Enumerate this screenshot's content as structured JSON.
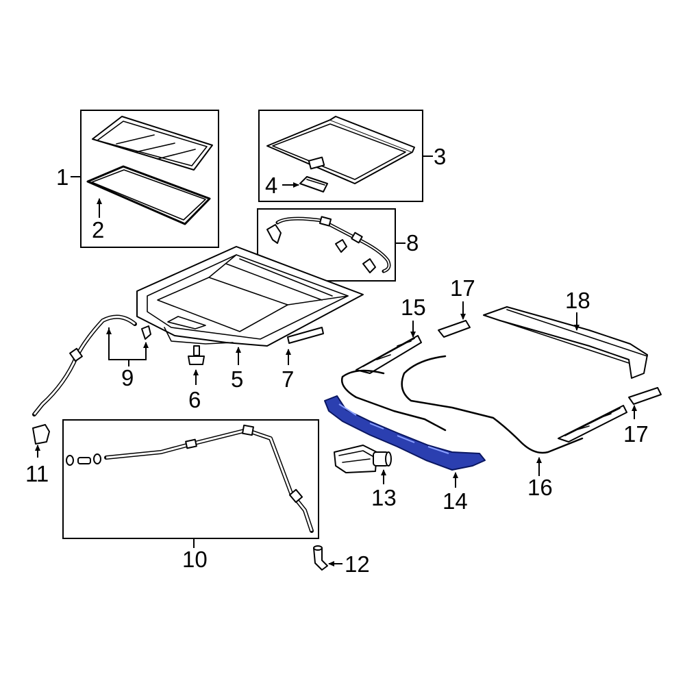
{
  "callouts": {
    "c1": "1",
    "c2": "2",
    "c3": "3",
    "c4": "4",
    "c5": "5",
    "c6": "6",
    "c7": "7",
    "c8": "8",
    "c9": "9",
    "c10": "10",
    "c11": "11",
    "c12": "12",
    "c13": "13",
    "c14": "14",
    "c15": "15",
    "c16": "16",
    "c17a": "17",
    "c17b": "17",
    "c18": "18"
  },
  "colors": {
    "highlight": "#2b3fb0",
    "line": "#000000",
    "background": "#ffffff"
  },
  "highlighted_part": "14"
}
